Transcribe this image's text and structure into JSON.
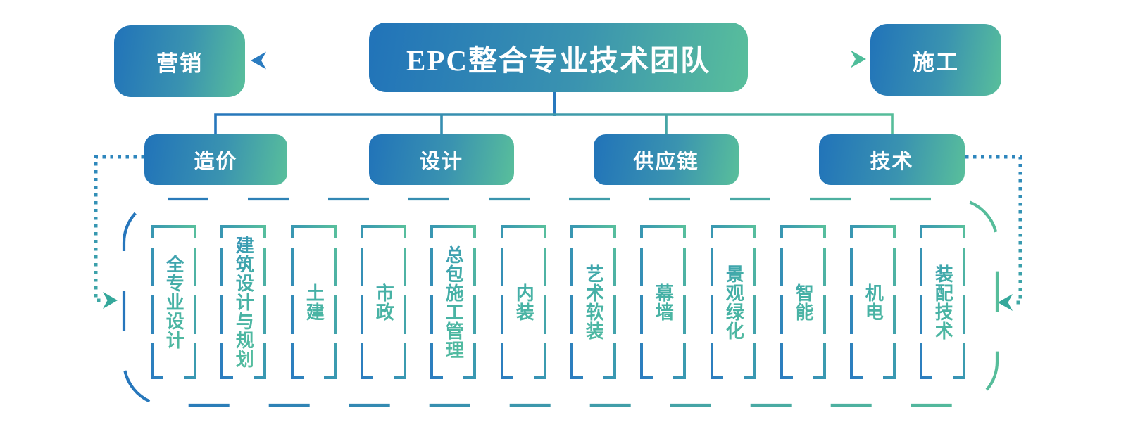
{
  "diagram_title": "EPC整合专业技术团队",
  "root": {
    "label": "EPC整合专业技术团队"
  },
  "side_nodes": {
    "left": {
      "label": "营销"
    },
    "right": {
      "label": "施工"
    }
  },
  "branches": [
    {
      "label": "造价"
    },
    {
      "label": "设计"
    },
    {
      "label": "供应链"
    },
    {
      "label": "技术"
    }
  ],
  "specialties": [
    {
      "label": "全专业设计"
    },
    {
      "label": "建筑设计与规划"
    },
    {
      "label": "土建"
    },
    {
      "label": "市政"
    },
    {
      "label": "总包施工管理"
    },
    {
      "label": "内装"
    },
    {
      "label": "艺术软装"
    },
    {
      "label": "幕墙"
    },
    {
      "label": "景观绿化"
    },
    {
      "label": "智能"
    },
    {
      "label": "机电"
    },
    {
      "label": "装配技术"
    }
  ],
  "palette": {
    "blue": "#2676bc",
    "green": "#56bd9a",
    "teal_text": "#3fab9f",
    "dotted_connector": "#3f9fad",
    "background": "#ffffff"
  }
}
